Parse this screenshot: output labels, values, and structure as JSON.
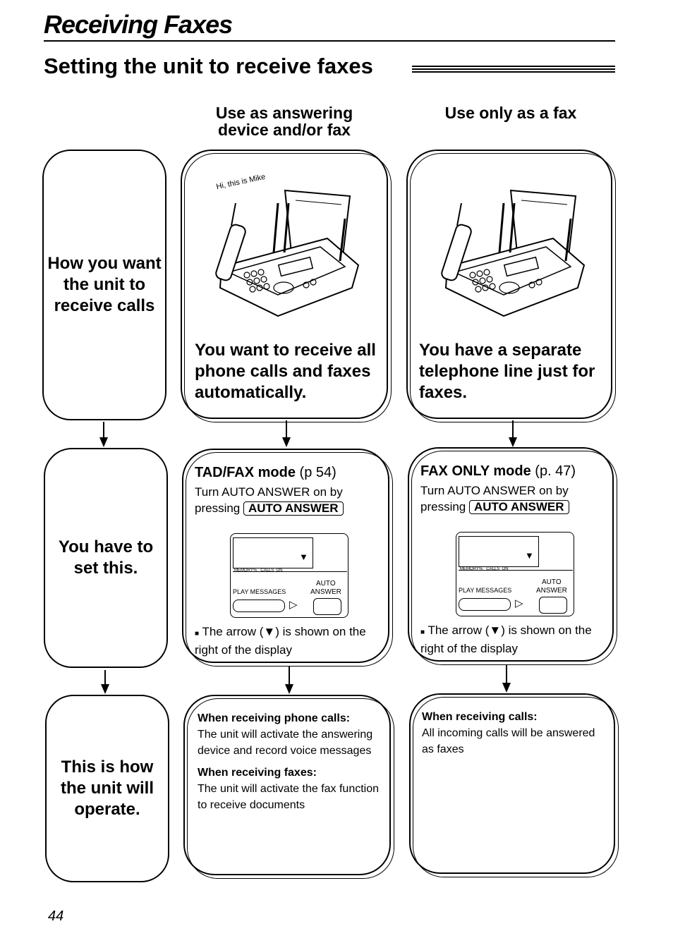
{
  "header": {
    "title": "Receiving Faxes",
    "subtitle": "Setting the unit to receive faxes"
  },
  "columns": {
    "col1_heading": "Use as answering device and/or fax",
    "col2_heading": "Use only as a fax"
  },
  "rows": {
    "row1_label": "How you want the unit to receive calls",
    "row2_label": "You have to set this.",
    "row3_label": "This is how the unit will operate."
  },
  "col1": {
    "illustration_caption": "Hi, this is Mike",
    "situation": "You want to receive all phone calls and faxes automatically.",
    "mode_name": "TAD/FAX mode",
    "mode_ref": "(p 54)",
    "instruction": "Turn AUTO ANSWER on by pressing",
    "key_label": "AUTO ANSWER",
    "note": "The arrow (▼) is shown on the right of the display",
    "op_phone_heading": "When receiving phone calls:",
    "op_phone_text": "The unit will activate the answering device and record voice messages",
    "op_fax_heading": "When receiving faxes:",
    "op_fax_text": "The unit will activate the fax function to receive documents"
  },
  "col2": {
    "situation": "You have a separate telephone line just for faxes.",
    "mode_name": "FAX ONLY mode",
    "mode_ref": "(p. 47)",
    "instruction": "Turn AUTO ANSWER on by pressing",
    "key_label": "AUTO ANSWER",
    "note": "The arrow (▼) is shown on the right of the display",
    "op_heading": "When receiving calls:",
    "op_text": "All incoming calls will be answered as faxes"
  },
  "display_panel": {
    "label_memory": "MEMORY%",
    "label_calls": "CALLS",
    "label_on": "ON",
    "label_auto": "AUTO",
    "label_answer": "ANSWER",
    "label_play": "PLAY MESSAGES"
  },
  "footer": {
    "page_number": "44"
  }
}
